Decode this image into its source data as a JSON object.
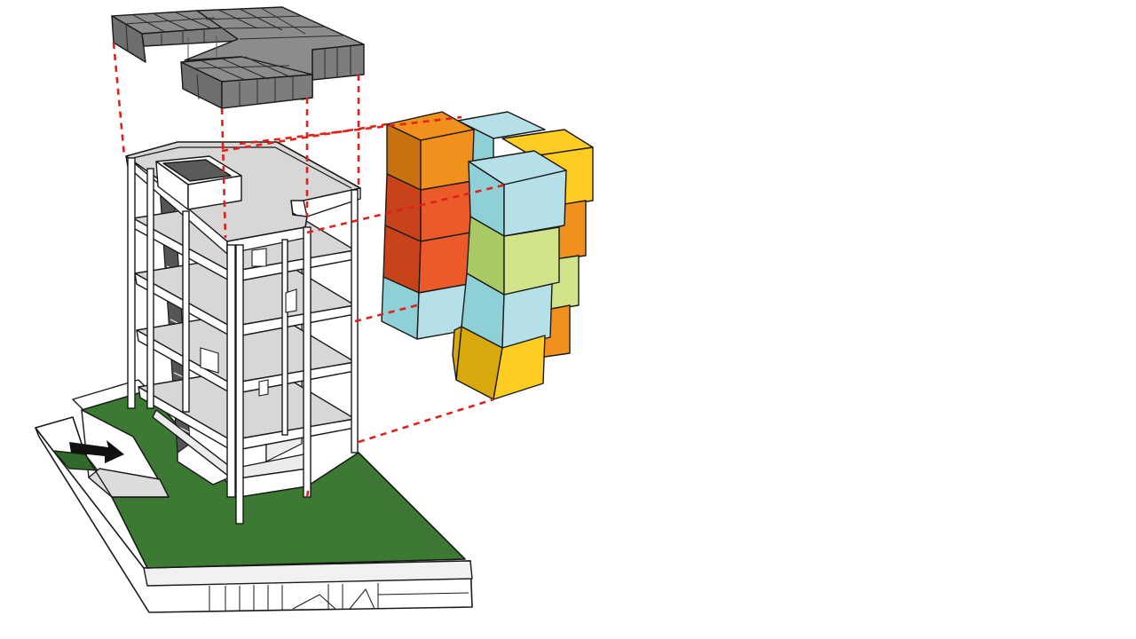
{
  "diagram": {
    "kind": "exploded axonometric",
    "colors": {
      "background": "#ffffff",
      "roof_modules": "#7a7a7a",
      "frame": "#ffffff",
      "slab": "#d9d6d6",
      "outline": "#1a1a1a",
      "ground_green": "#3c7a33",
      "guide_line": "#e0211b"
    },
    "module_stack": {
      "front_column": [
        "cyan",
        "lime",
        "cyan",
        "yellow"
      ],
      "left_column": [
        "orange",
        "red",
        "red",
        "cyan"
      ],
      "back_columns": [
        "cyan",
        "yellow",
        "orange",
        "lime",
        "orange"
      ],
      "palette": {
        "orange": [
          "#f2901e",
          "#c8710f",
          "#a85a08"
        ],
        "red": [
          "#ec5a2a",
          "#c9431a",
          "#a33410"
        ],
        "cyan": [
          "#b5e0e8",
          "#8fcfd6",
          "#6fb8c2"
        ],
        "lime": [
          "#d2e48a",
          "#a9c964",
          "#8aac48"
        ],
        "yellow": [
          "#ffcc22",
          "#d8a80c",
          "#b48a04"
        ]
      }
    }
  }
}
